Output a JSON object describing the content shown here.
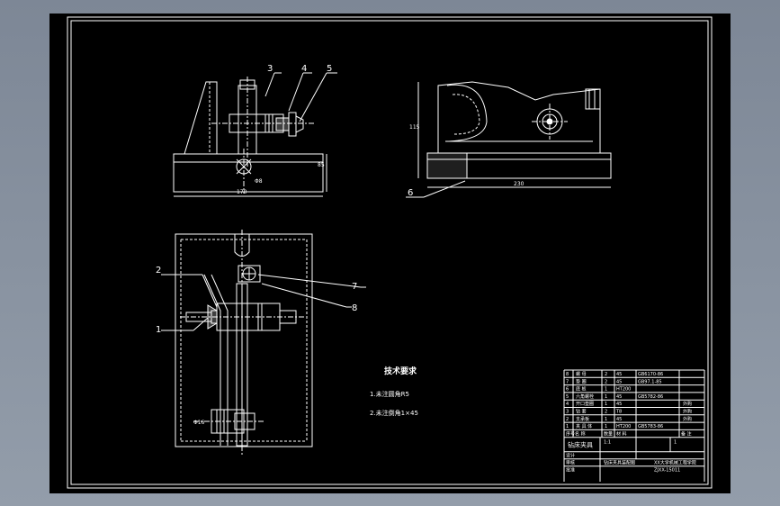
{
  "balloons": [
    "1",
    "2",
    "3",
    "4",
    "5",
    "6",
    "7",
    "8"
  ],
  "dimensions": {
    "front_width": "170",
    "front_height": "85",
    "front_bottom": "Φ8",
    "side_height": "115",
    "side_width": "230",
    "plan_side": "Φ16"
  },
  "tech_notes": {
    "title": "技术要求",
    "item1": "1.未注圆角R5",
    "item2": "2.未注倒角1×45"
  },
  "title_block": {
    "parts": [
      {
        "no": "8",
        "name": "螺 母",
        "qty": "2",
        "material": "45",
        "standard": "GB6170-86"
      },
      {
        "no": "7",
        "name": "垫 圈",
        "qty": "2",
        "material": "45",
        "standard": "GB97.1-85"
      },
      {
        "no": "6",
        "name": "底 板",
        "qty": "1",
        "material": "HT200",
        "standard": ""
      },
      {
        "no": "5",
        "name": "六角螺栓",
        "qty": "1",
        "material": "45",
        "standard": "GB5782-86"
      },
      {
        "no": "4",
        "name": "开口垫圈",
        "qty": "1",
        "material": "45",
        "standard": ""
      },
      {
        "no": "3",
        "name": "钻 套",
        "qty": "2",
        "material": "T8",
        "standard": ""
      },
      {
        "no": "2",
        "name": "支承板",
        "qty": "1",
        "material": "45",
        "standard": ""
      },
      {
        "no": "1",
        "name": "夹 具 体",
        "qty": "1",
        "material": "HT200",
        "standard": "GB5783-86"
      }
    ],
    "side_notes": [
      "",
      "",
      "",
      "",
      "外购",
      "外购",
      "外购",
      ""
    ],
    "header": [
      "序号",
      "名 称",
      "数量",
      "材 料",
      "备 注"
    ],
    "drawing_title": "钻床夹具",
    "scale": "1:1",
    "sheet": "1",
    "weight": "",
    "school": "XX大学机械工程学院",
    "drawing_no": "ZJXX-15011",
    "designer_label": "设计",
    "checker_label": "审核",
    "approver_label": "批准",
    "designer": "",
    "caption": "钻床夹具装配图"
  }
}
